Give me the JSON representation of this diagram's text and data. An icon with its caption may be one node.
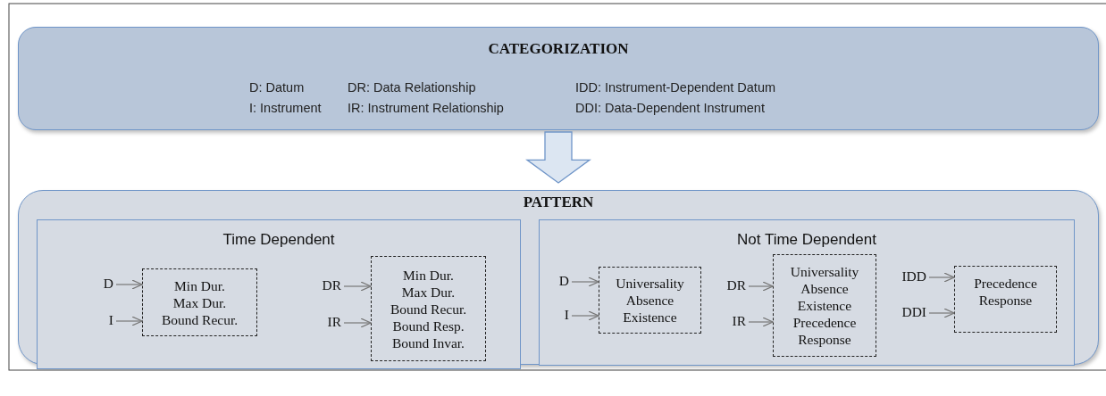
{
  "diagram": {
    "nodes": [
      {
        "text": [
          "CATEGORIZATION",
          "D: Datum",
          "DR: Data Relationship",
          "IDD: Instrument-Dependent Datum",
          "I: Instrument",
          "IR: Instrument Relationship",
          "DDI: Data-Dependent Instrument"
        ]
      },
      {
        "text": [
          "PATTERN"
        ]
      },
      {
        "text": [
          "Time Dependent"
        ],
        "in": 1
      },
      {
        "text": [
          "D"
        ],
        "in": 2
      },
      {
        "text": [
          "I"
        ],
        "in": 2
      },
      {
        "text": [
          "Min Dur.",
          "Max Dur.",
          "Bound Recur."
        ],
        "in": 2
      },
      {
        "text": [
          "DR"
        ],
        "in": 2
      },
      {
        "text": [
          "IR"
        ],
        "in": 2
      },
      {
        "text": [
          "Min Dur.",
          "Max Dur.",
          "Bound Recur.",
          "Bound Resp.",
          "Bound Invar."
        ],
        "in": 2
      },
      {
        "text": [
          "Not Time Dependent"
        ],
        "in": 1
      },
      {
        "text": [
          "D"
        ],
        "in": 9
      },
      {
        "text": [
          "I"
        ],
        "in": 9
      },
      {
        "text": [
          "Universality",
          "Absence",
          "Existence"
        ],
        "in": 9
      },
      {
        "text": [
          "DR"
        ],
        "in": 9
      },
      {
        "text": [
          "IR"
        ],
        "in": 9
      },
      {
        "text": [
          "Universality",
          "Absence",
          "Existence",
          "Precedence",
          "Response"
        ],
        "in": 9
      },
      {
        "text": [
          "IDD"
        ],
        "in": 9
      },
      {
        "text": [
          "DDI"
        ],
        "in": 9
      },
      {
        "text": [
          "Precedence",
          "Response"
        ],
        "in": 9
      }
    ],
    "edges": [
      {
        "from": 0,
        "to": 1,
        "arrow": "to",
        "style": "thick"
      },
      {
        "from": 3,
        "to": 5,
        "arrow": "to"
      },
      {
        "from": 4,
        "to": 5,
        "arrow": "to"
      },
      {
        "from": 6,
        "to": 8,
        "arrow": "to"
      },
      {
        "from": 7,
        "to": 8,
        "arrow": "to"
      },
      {
        "from": 10,
        "to": 12,
        "arrow": "to"
      },
      {
        "from": 11,
        "to": 12,
        "arrow": "to"
      },
      {
        "from": 13,
        "to": 15,
        "arrow": "to"
      },
      {
        "from": 14,
        "to": 15,
        "arrow": "to"
      },
      {
        "from": 16,
        "to": 18,
        "arrow": "to"
      },
      {
        "from": 17,
        "to": 18,
        "arrow": "to"
      }
    ]
  }
}
